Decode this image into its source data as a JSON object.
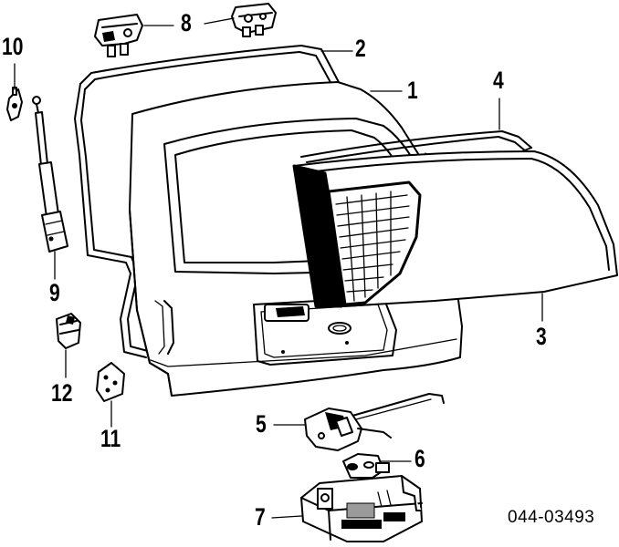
{
  "diagram": {
    "callouts": [
      {
        "id": "c1",
        "label": "1"
      },
      {
        "id": "c2",
        "label": "2"
      },
      {
        "id": "c3",
        "label": "3"
      },
      {
        "id": "c4",
        "label": "4"
      },
      {
        "id": "c5",
        "label": "5"
      },
      {
        "id": "c6",
        "label": "6"
      },
      {
        "id": "c7",
        "label": "7"
      },
      {
        "id": "c8",
        "label": "8"
      },
      {
        "id": "c9",
        "label": "9"
      },
      {
        "id": "c10",
        "label": "10"
      },
      {
        "id": "c11",
        "label": "11"
      },
      {
        "id": "c12",
        "label": "12"
      }
    ],
    "part_number": "044-03493"
  },
  "colors": {
    "line": "#000000",
    "background": "#ffffff"
  }
}
